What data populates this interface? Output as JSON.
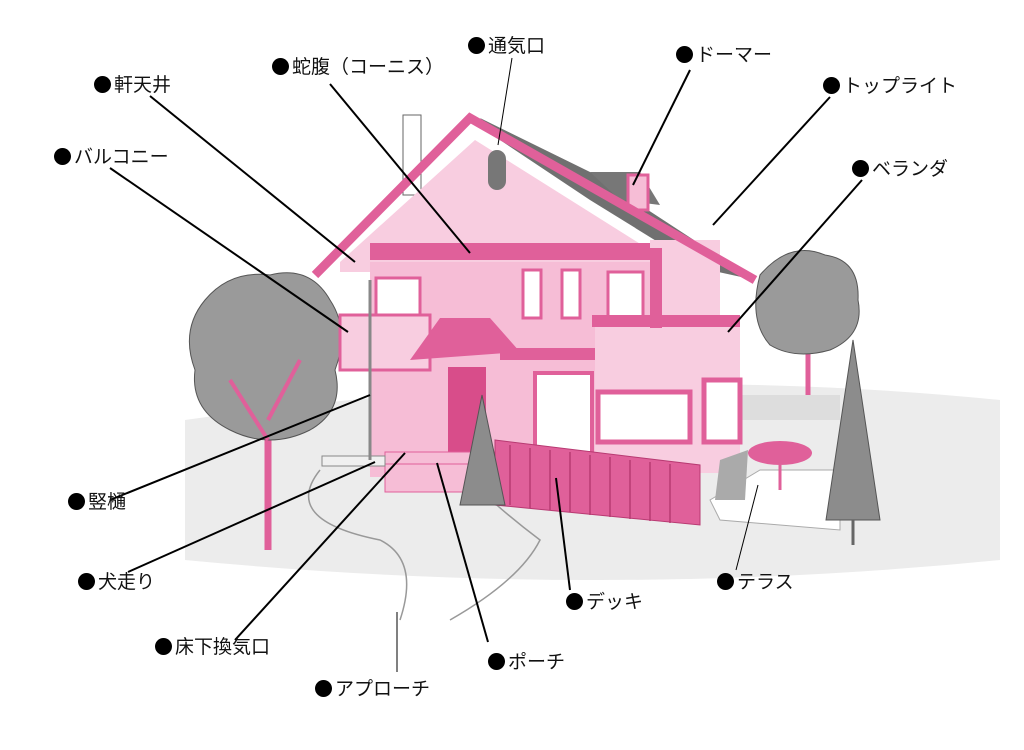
{
  "colors": {
    "pink_main": "#e0609a",
    "pink_light": "#f8cde0",
    "pink_wall": "#f6bdd6",
    "tree_gray": "#9a9a9a",
    "roof_gray": "#707070"
  },
  "labels": {
    "vent": "通気口",
    "cornice": "蛇腹（コーニス）",
    "dormer": "ドーマー",
    "soffit": "軒天井",
    "skylight": "トップライト",
    "balcony": "バルコニー",
    "veranda": "ベランダ",
    "downspout": "竪樋",
    "apron": "犬走り",
    "underfloor_vent": "床下換気口",
    "porch": "ポーチ",
    "deck": "デッキ",
    "terrace": "テラス",
    "approach": "アプローチ"
  }
}
